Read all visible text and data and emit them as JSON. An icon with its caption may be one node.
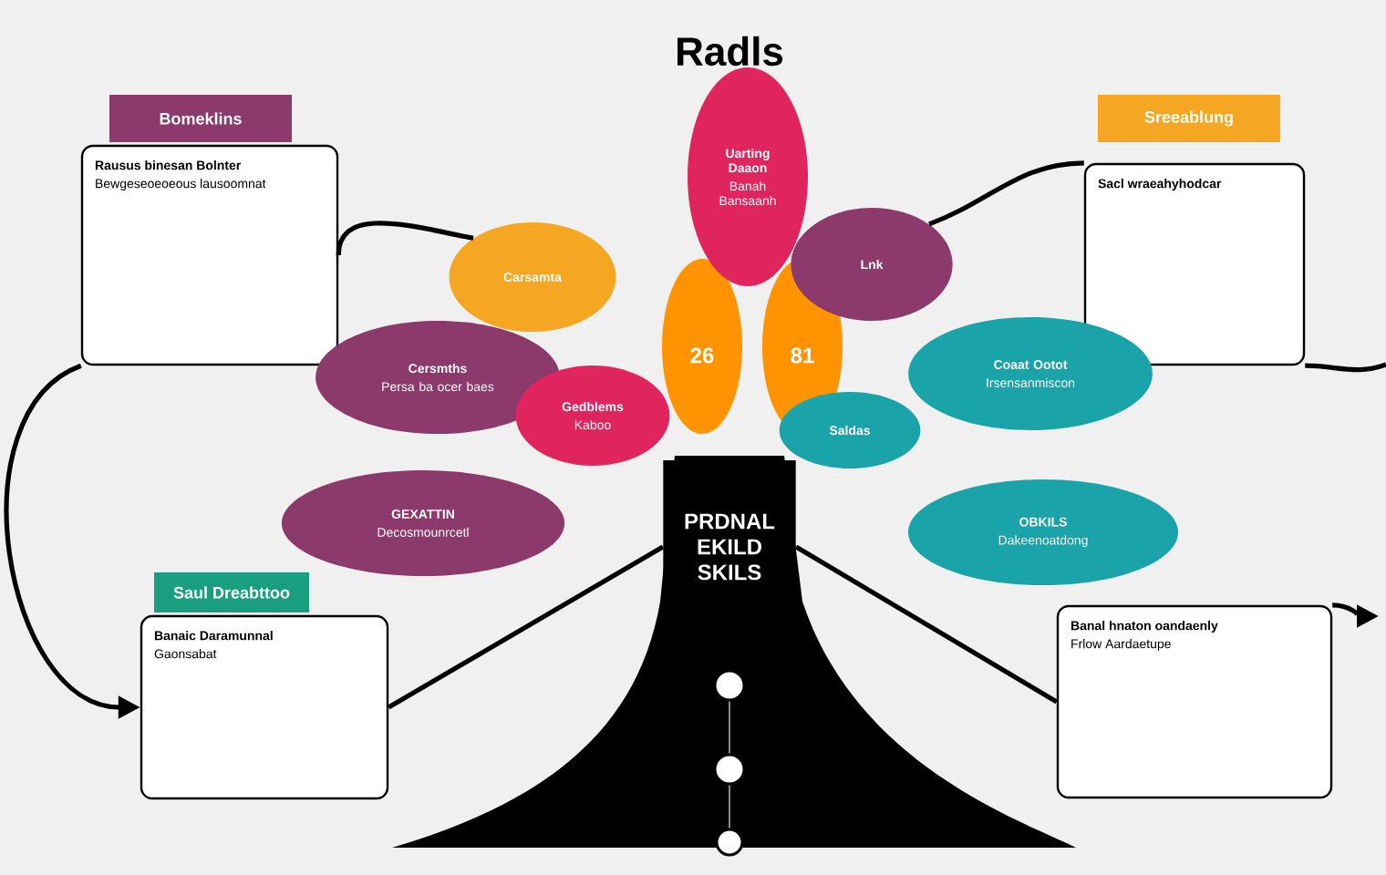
{
  "diagram": {
    "title": "Radls",
    "nodes": [
      {
        "text": [
          "Bomeklins"
        ]
      },
      {
        "text": [
          "Rausus binesan Bolnter",
          "Bewgeseoeoeous lausoomnat"
        ]
      },
      {
        "text": [
          "Sreeablung"
        ]
      },
      {
        "text": [
          "Sacl wraeahyhodcar"
        ]
      },
      {
        "text": [
          "Saul Dreabttoo"
        ]
      },
      {
        "text": [
          "Banaic Daramunnal",
          "Gaonsabat"
        ]
      },
      {
        "text": [
          "Banal hnaton oandaenly",
          "Frlow Aardaetupe"
        ]
      },
      {
        "text": [
          "Carsamta"
        ]
      },
      {
        "text": [
          "Uarting Daaon",
          "Banah Bansaanh"
        ]
      },
      {
        "text": [
          "Lnk"
        ]
      },
      {
        "text": [
          "Cersmths",
          "Persa ba ocer baes"
        ]
      },
      {
        "text": [
          "Gedblems",
          "Kaboo"
        ]
      },
      {
        "text": [
          "Coaat Ootot",
          "Irsensanmiscon"
        ]
      },
      {
        "text": [
          "Saldas"
        ]
      },
      {
        "text": [
          "GEXATTIN",
          "Decosmounrcetl"
        ]
      },
      {
        "text": [
          "OBKILS",
          "Dakeenoatdong"
        ]
      },
      {
        "text": [
          "PRDNAL EKILD SKILS"
        ]
      },
      {
        "text": [],
        "shape": "circle"
      },
      {
        "text": [],
        "shape": "circle"
      },
      {
        "text": [],
        "shape": "circle"
      }
    ],
    "edges": [
      {
        "from": 1,
        "to": 5,
        "arrow": "to"
      },
      {
        "from": 16,
        "to": 5,
        "arrow": "none"
      },
      {
        "from": 16,
        "to": 6,
        "arrow": "none"
      },
      {
        "from": 1,
        "to": 7,
        "arrow": "none"
      },
      {
        "from": 9,
        "to": 3,
        "arrow": "none"
      },
      {
        "from": 3,
        "to": null,
        "arrow": "none"
      },
      {
        "from": 6,
        "to": null,
        "arrow": "to"
      },
      {
        "from": 17,
        "to": 18,
        "arrow": "none",
        "color": "#888888"
      },
      {
        "from": 18,
        "to": 19,
        "arrow": "none",
        "color": "#888888"
      }
    ],
    "labels": [
      "26",
      "81"
    ]
  }
}
